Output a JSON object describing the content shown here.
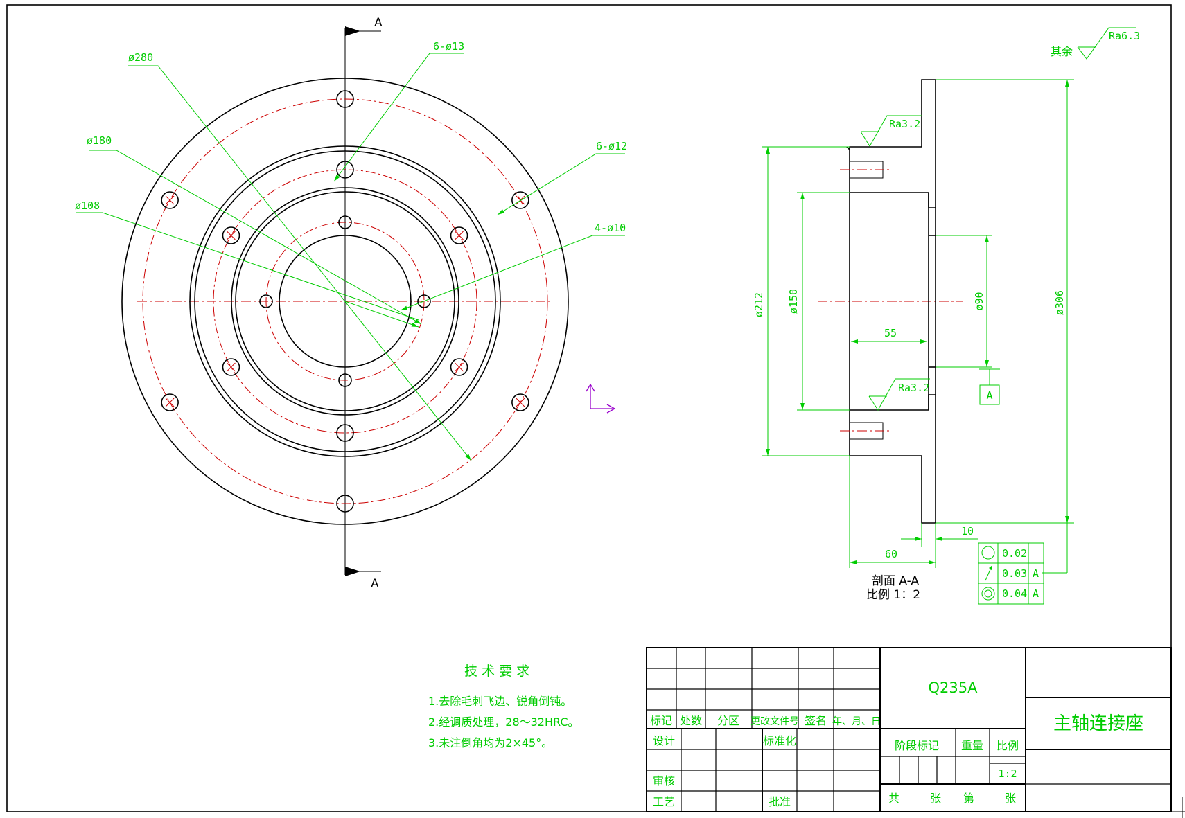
{
  "section_marks": {
    "top": "A",
    "bottom": "A"
  },
  "front_view": {
    "dim_280": "ø280",
    "dim_180": "ø180",
    "dim_108": "ø108",
    "holes_13": "6-ø13",
    "holes_12": "6-ø12",
    "holes_10": "4-ø10"
  },
  "section_view": {
    "roughness_rest_label": "其余",
    "roughness_rest": "Ra6.3",
    "roughness_top": "Ra3.2",
    "roughness_bottom": "Ra3.2",
    "dim_212": "ø212",
    "dim_150": "ø150",
    "dim_90": "ø90",
    "dim_306": "ø306",
    "dim_55": "55",
    "dim_10": "10",
    "dim_60": "60",
    "datum": "A",
    "caption_line1": "剖面 A-A",
    "caption_line2": "比例 1：2"
  },
  "tolerance_frame": [
    {
      "symbol": "circularity",
      "value": "0.02",
      "datum": ""
    },
    {
      "symbol": "runout",
      "value": "0.03",
      "datum": "A"
    },
    {
      "symbol": "concentricity",
      "value": "0.04",
      "datum": "A"
    }
  ],
  "tech_requirements": {
    "title": "技 术 要 求",
    "items": [
      "1.去除毛刺飞边、锐角倒钝。",
      "2.经调质处理，28～32HRC。",
      "3.未注倒角均为2×45°。"
    ]
  },
  "title_block": {
    "material": "Q235A",
    "part_name": "主轴连接座",
    "rev_headers": [
      "标记",
      "处数",
      "分区",
      "更改文件号",
      "签名",
      "年、月、日"
    ],
    "design": "设计",
    "standardize": "标准化",
    "review": "审核",
    "process": "工艺",
    "approve": "批准",
    "stage_mark": "阶段标记",
    "weight": "重量",
    "scale_label": "比例",
    "scale_value": "1:2",
    "total": "共",
    "sheets": "张",
    "sheet_no": "第",
    "sheets2": "张"
  },
  "colors": {
    "outline": "#000000",
    "centerline": "#cc0000",
    "dimension": "#00cc00",
    "ucs": "#9900cc"
  }
}
